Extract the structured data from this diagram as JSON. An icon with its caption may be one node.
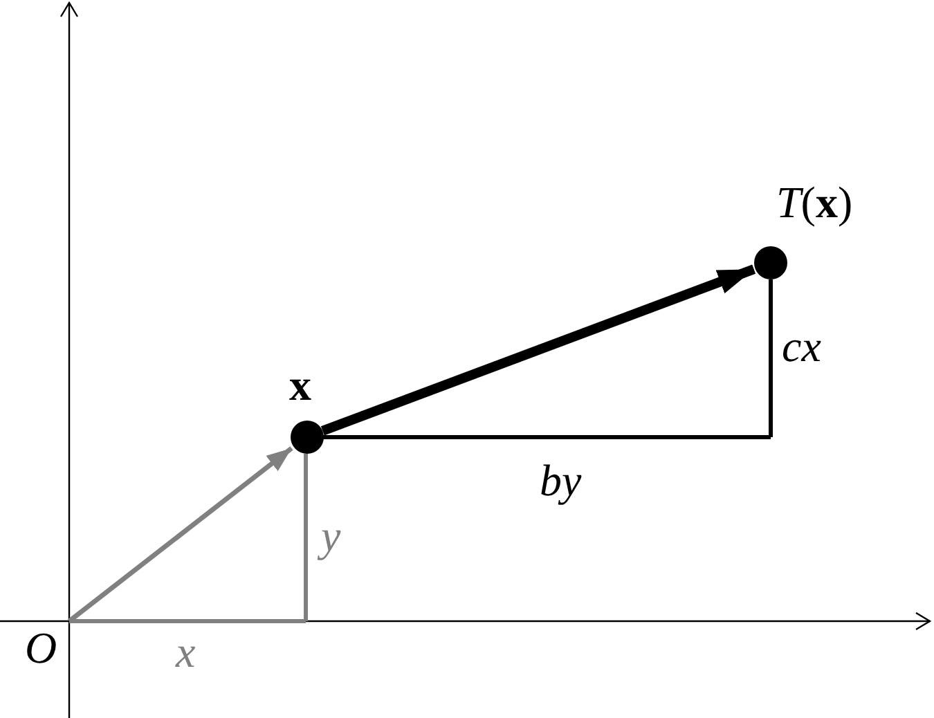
{
  "diagram": {
    "nodes": [
      {
        "text": [
          "O"
        ]
      },
      {
        "text": [
          "x"
        ]
      },
      {
        "text": [
          "*T*(**x**)"
        ]
      }
    ],
    "edges": [
      {
        "from": 0,
        "to": 1,
        "arrow": "to",
        "color": "#808080"
      },
      {
        "from": 1,
        "to": 2,
        "arrow": "to",
        "style": "thick",
        "color": "#000000"
      }
    ],
    "labels": [
      "cx",
      "by",
      "y",
      "x"
    ]
  }
}
